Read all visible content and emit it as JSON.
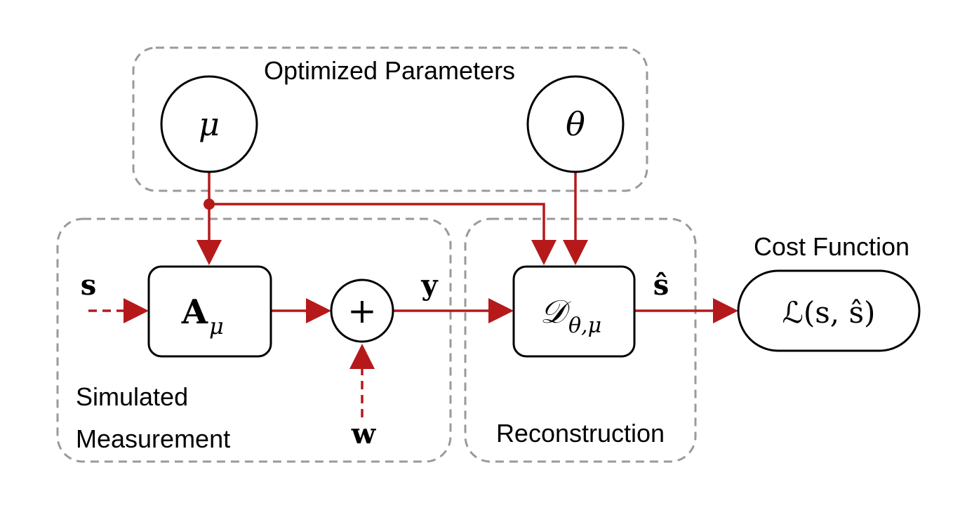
{
  "groups": {
    "optimized": "Optimized Parameters",
    "simulated_line1": "Simulated",
    "simulated_line2": "Measurement",
    "reconstruction": "Reconstruction",
    "cost": "Cost Function"
  },
  "nodes": {
    "mu": "μ",
    "theta": "θ",
    "a_main": "A",
    "a_sub": "μ",
    "plus": "+",
    "d_main": "𝒟",
    "d_sub": "θ,μ",
    "loss_main": "ℒ(s, ŝ)"
  },
  "signals": {
    "s": "s",
    "y": "y",
    "s_hat": "ŝ",
    "w": "w"
  },
  "colors": {
    "arrow": "#b5191a",
    "group_border": "#9a9a9a",
    "node_border": "#000000"
  }
}
